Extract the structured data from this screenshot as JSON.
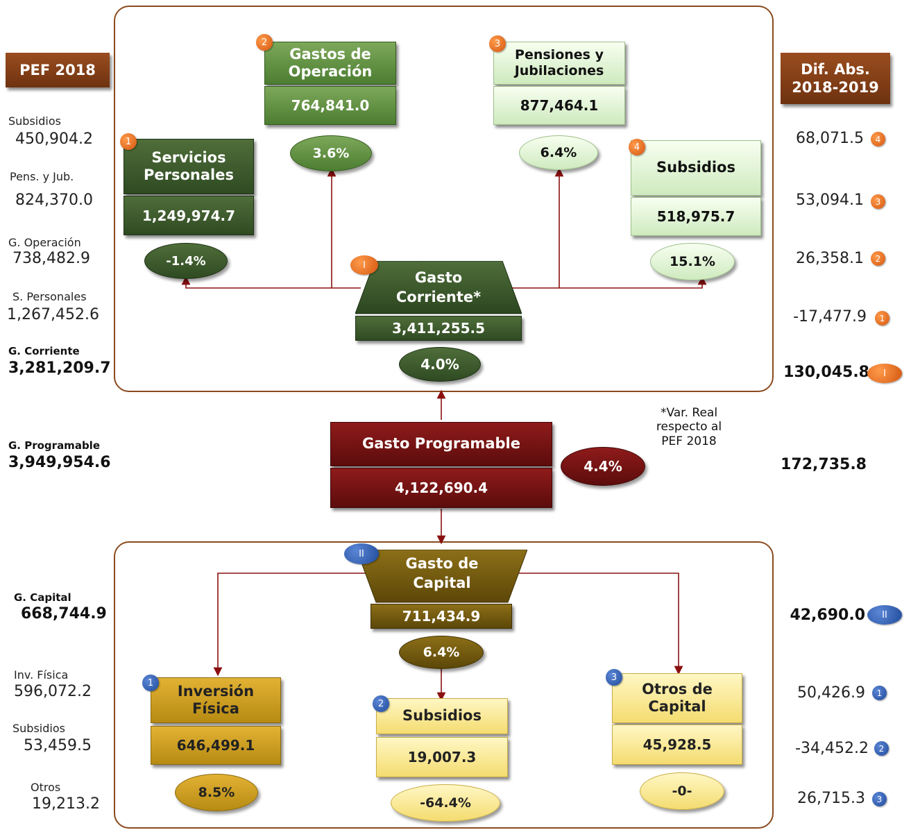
{
  "headers": {
    "left": "PEF 2018",
    "right": "Dif. Abs.\n2018-2019"
  },
  "note": "*Var. Real\nrespecto al\nPEF 2018",
  "gasto_corriente": {
    "badge": "I",
    "title": "Gasto\nCorriente*",
    "value": "3,411,255.5",
    "pct": "4.0%"
  },
  "servicios_personales": {
    "badge": "1",
    "title": "Servicios\nPersonales",
    "value": "1,249,974.7",
    "pct": "-1.4%"
  },
  "gastos_operacion": {
    "badge": "2",
    "title": "Gastos de\nOperación",
    "value": "764,841.0",
    "pct": "3.6%"
  },
  "pensiones": {
    "badge": "3",
    "title": "Pensiones y\nJubilaciones",
    "value": "877,464.1",
    "pct": "6.4%"
  },
  "subsidios_corriente": {
    "badge": "4",
    "title": "Subsidios",
    "value": "518,975.7",
    "pct": "15.1%"
  },
  "gasto_programable": {
    "title": "Gasto Programable",
    "value": "4,122,690.4",
    "pct": "4.4%"
  },
  "gasto_capital": {
    "badge": "II",
    "title": "Gasto de\nCapital",
    "value": "711,434.9",
    "pct": "6.4%"
  },
  "inversion_fisica": {
    "badge": "1",
    "title": "Inversión\nFísica",
    "value": "646,499.1",
    "pct": "8.5%"
  },
  "subsidios_capital": {
    "badge": "2",
    "title": "Subsidios",
    "value": "19,007.3",
    "pct": "-64.4%"
  },
  "otros_capital": {
    "badge": "3",
    "title": "Otros de\nCapital",
    "value": "45,928.5",
    "pct": "-0-"
  },
  "left_labels": [
    {
      "label": "Subsidios",
      "value": "450,904.2"
    },
    {
      "label": "Pens. y Jub.",
      "value": "824,370.0"
    },
    {
      "label": "G. Operación",
      "value": "738,482.9"
    },
    {
      "label": "S. Personales",
      "value": "1,267,452.6"
    },
    {
      "label": "G. Corriente",
      "value": "3,281,209.7"
    },
    {
      "label": "G. Programable",
      "value": "3,949,954.6"
    },
    {
      "label": "G. Capital",
      "value": "668,744.9"
    },
    {
      "label": "Inv. Física",
      "value": "596,072.2"
    },
    {
      "label": "Subsidios",
      "value": "53,459.5"
    },
    {
      "label": "Otros",
      "value": "19,213.2"
    }
  ],
  "right_values": [
    {
      "value": "68,071.5",
      "badge": "4"
    },
    {
      "value": "53,094.1",
      "badge": "3"
    },
    {
      "value": "26,358.1",
      "badge": "2"
    },
    {
      "value": "-17,477.9",
      "badge": "1"
    },
    {
      "value": "130,045.8",
      "badge": "I"
    },
    {
      "value": "172,735.8",
      "badge": ""
    },
    {
      "value": "42,690.0",
      "badge": "II"
    },
    {
      "value": "50,426.9",
      "badge": "1"
    },
    {
      "value": "-34,452.2",
      "badge": "2"
    },
    {
      "value": "26,715.3",
      "badge": "3"
    }
  ]
}
